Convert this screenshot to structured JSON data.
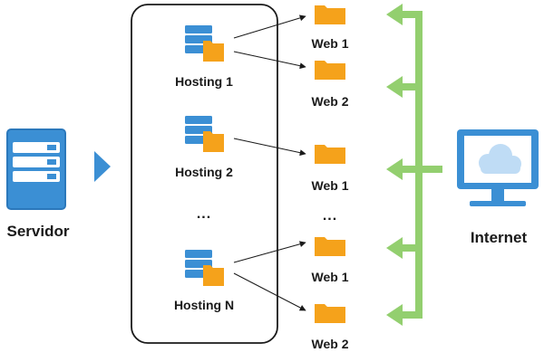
{
  "server": {
    "label": "Servidor"
  },
  "internet": {
    "label": "Internet"
  },
  "hostings": [
    {
      "label": "Hosting 1",
      "webs": [
        "Web 1",
        "Web 2"
      ]
    },
    {
      "label": "Hosting 2",
      "webs": [
        "Web 1"
      ]
    },
    {
      "label": "Hosting N",
      "webs": [
        "Web 1",
        "Web 2"
      ]
    }
  ],
  "ellipsis": "...",
  "colors": {
    "server_blue": "#3b8fd4",
    "server_dark": "#2b78bb",
    "folder_orange": "#f5a21b",
    "arrow_green": "#93cf6f",
    "border": "#1a1a1a",
    "cloud": "#bfdcf5"
  }
}
